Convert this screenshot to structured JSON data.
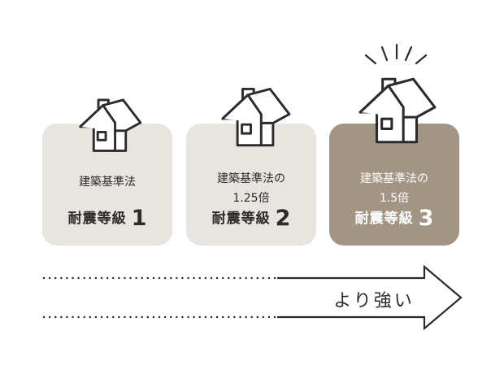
{
  "levels": [
    {
      "standard": "建築基準法",
      "multiplier": "",
      "grade_label": "耐震等級",
      "grade_number": "1"
    },
    {
      "standard": "建築基準法の",
      "multiplier": "1.25倍",
      "grade_label": "耐震等級",
      "grade_number": "2"
    },
    {
      "standard": "建築基準法の",
      "multiplier": "1.5倍",
      "grade_label": "耐震等級",
      "grade_number": "3"
    }
  ],
  "arrow": {
    "label": "より強い"
  },
  "colors": {
    "card_light": "#e8e4e0",
    "card_dark": "#a39584",
    "text": "#2b2b2b",
    "house_stroke": "#2b2b2b"
  },
  "icons": [
    "house-icon",
    "sparkle-burst-icon",
    "arrow-right-icon"
  ]
}
